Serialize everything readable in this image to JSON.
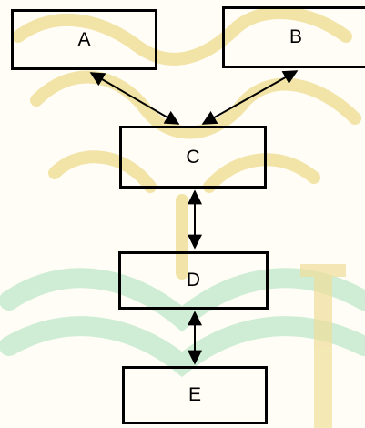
{
  "diagram": {
    "nodes": [
      {
        "id": "A",
        "label": "A"
      },
      {
        "id": "B",
        "label": "B"
      },
      {
        "id": "C",
        "label": "C"
      },
      {
        "id": "D",
        "label": "D"
      },
      {
        "id": "E",
        "label": "E"
      }
    ],
    "edges": [
      {
        "from": "A",
        "to": "C",
        "direction": "both"
      },
      {
        "from": "B",
        "to": "C",
        "direction": "both"
      },
      {
        "from": "C",
        "to": "D",
        "direction": "both"
      },
      {
        "from": "D",
        "to": "E",
        "direction": "both"
      }
    ]
  },
  "colors": {
    "background": "#fffdf6",
    "watermark_gold": "#f0df9a",
    "watermark_green": "#c9ecd1",
    "stroke": "#000000"
  }
}
